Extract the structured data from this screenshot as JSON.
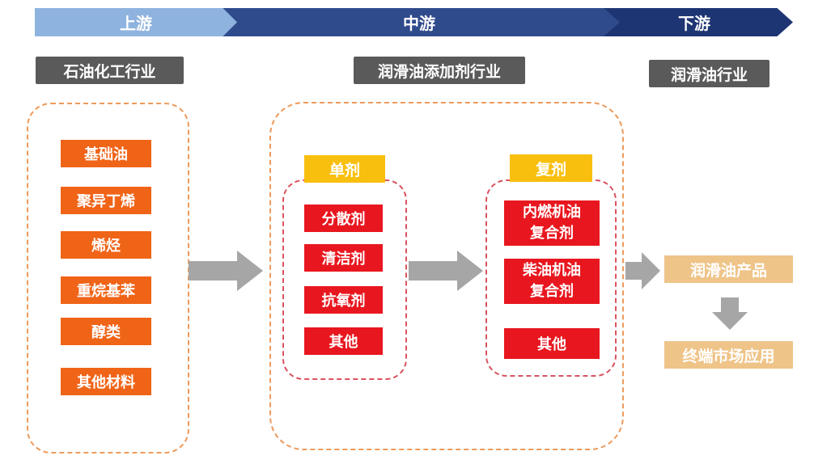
{
  "stages": {
    "upstream": "上游",
    "midstream": "中游",
    "downstream": "下游"
  },
  "industries": {
    "upstream": "石油化工行业",
    "midstream": "润滑油添加剂行业",
    "downstream": "润滑油行业"
  },
  "upstream_items": [
    "基础油",
    "聚异丁烯",
    "烯烃",
    "重烷基苯",
    "醇类",
    "其他材料"
  ],
  "single_agent": {
    "title": "单剂",
    "items": [
      "分散剂",
      "清洁剂",
      "抗氧剂",
      "其他"
    ]
  },
  "compound_agent": {
    "title": "复剂",
    "items": [
      {
        "line1": "内燃机油",
        "line2": "复合剂"
      },
      {
        "line1": "柴油机油",
        "line2": "复合剂"
      },
      {
        "line1": "其他",
        "line2": ""
      }
    ]
  },
  "downstream_items": [
    "润滑油产品",
    "终端市场应用"
  ],
  "colors": {
    "stage_light": "#8fb3df",
    "stage_dark": "#2f4b8c",
    "industry_gray": "#5a5a5a",
    "orange": "#f06418",
    "red": "#e8171f",
    "yellow": "#f9bf0f",
    "tan": "#efc489",
    "arrow_gray": "#a6a6a6"
  }
}
